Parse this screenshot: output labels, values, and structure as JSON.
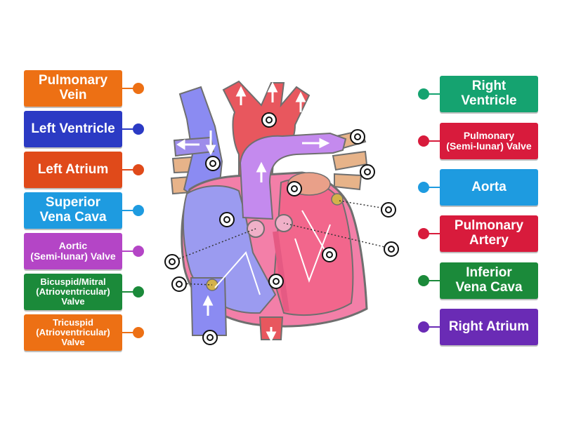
{
  "labels_left": [
    {
      "id": "pulmonary-vein",
      "lines": [
        "Pulmonary",
        "Vein"
      ],
      "color": "#ED7014"
    },
    {
      "id": "left-ventricle",
      "lines": [
        "Left Ventricle"
      ],
      "color": "#2B3AC4"
    },
    {
      "id": "left-atrium",
      "lines": [
        "Left Atrium"
      ],
      "color": "#E04A1A"
    },
    {
      "id": "superior-vena-cava",
      "lines": [
        "Superior",
        "Vena Cava"
      ],
      "color": "#1E9BE0"
    },
    {
      "id": "aortic-valve",
      "lines": [
        "Aortic",
        "(Semi-lunar) Valve"
      ],
      "color": "#B445C6"
    },
    {
      "id": "bicuspid-mitral-valve",
      "lines": [
        "Bicuspid/Mitral",
        "(Atrioventricular)",
        "Valve"
      ],
      "color": "#1B8A3A"
    },
    {
      "id": "tricuspid-valve",
      "lines": [
        "Tricuspid",
        "(Atrioventricular)",
        "Valve"
      ],
      "color": "#ED7014"
    }
  ],
  "labels_right": [
    {
      "id": "right-ventricle",
      "lines": [
        "Right",
        "Ventricle"
      ],
      "color": "#15A370"
    },
    {
      "id": "pulmonary-valve",
      "lines": [
        "Pulmonary",
        "(Semi-lunar) Valve"
      ],
      "color": "#D81B3C"
    },
    {
      "id": "aorta",
      "lines": [
        "Aorta"
      ],
      "color": "#1E9BE0"
    },
    {
      "id": "pulmonary-artery",
      "lines": [
        "Pulmonary",
        "Artery"
      ],
      "color": "#D81B3C"
    },
    {
      "id": "inferior-vena-cava",
      "lines": [
        "Inferior",
        "Vena Cava"
      ],
      "color": "#1B8A3A"
    },
    {
      "id": "right-atrium",
      "lines": [
        "Right Atrium"
      ],
      "color": "#6A2BB5"
    }
  ],
  "colors": {
    "vein_blue": "#8B8BF2",
    "artery_red": "#E8575E",
    "pulmonary_violet": "#C48AEE",
    "vein_tan": "#E7B389",
    "ventricle_pink": "#F37FA8",
    "outline_gray": "#6F6F6F"
  }
}
